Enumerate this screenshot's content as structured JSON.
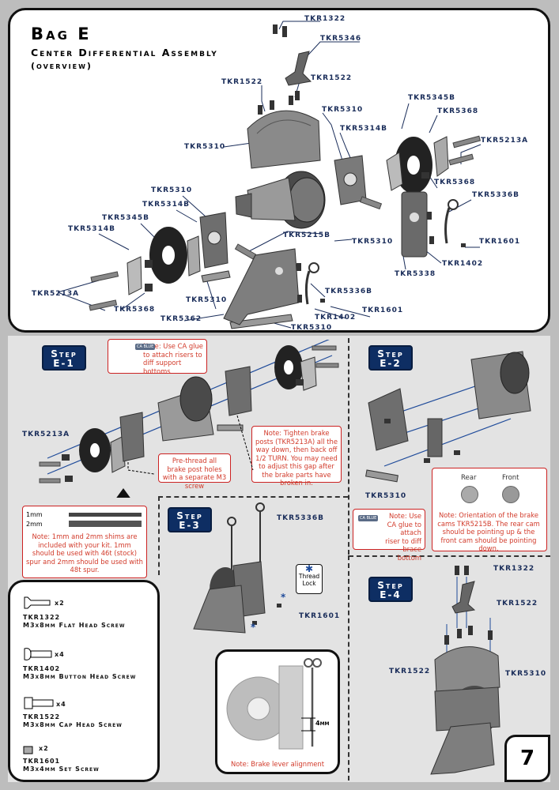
{
  "header": {
    "bag": "Bag E",
    "title": "Center Differential Assembly",
    "subtitle": "(overview)"
  },
  "overview_labels": {
    "tkr1322": "TKR1322",
    "tkr5346": "TKR5346",
    "tkr1522_a": "TKR1522",
    "tkr1522_b": "TKR1522",
    "tkr5310_a": "TKR5310",
    "tkr5345b_a": "TKR5345B",
    "tkr5314b_a": "TKR5314B",
    "tkr5368_a": "TKR5368",
    "tkr5213a_a": "TKR5213A",
    "tkr5310_b": "TKR5310",
    "tkr5368_b": "TKR5368",
    "tkr5336b_a": "TKR5336B",
    "tkr5310_c": "TKR5310",
    "tkr5314b_b": "TKR5314B",
    "tkr5345b_b": "TKR5345B",
    "tkr5314b_c": "TKR5314B",
    "tkr5215b": "TKR5215B",
    "tkr5310_d": "TKR5310",
    "tkr1601_a": "TKR1601",
    "tkr1402_a": "TKR1402",
    "tkr5338": "TKR5338",
    "tkr5213a_b": "TKR5213A",
    "tkr5368_c": "TKR5368",
    "tkr5310_e": "TKR5310",
    "tkr5362": "TKR5362",
    "tkr5336b_b": "TKR5336B",
    "tkr1601_b": "TKR1601",
    "tkr1402_b": "TKR1402",
    "tkr5310_f": "TKR5310"
  },
  "step_e1": {
    "label_line1": "Step",
    "label_line2": "E-1",
    "ca_badge": "CA BLUE",
    "note_ca": "Note: Use CA glue to attach risers to diff support bottoms",
    "note_brake": "Note: Tighten brake posts (TKR5213A) all the way down, then back off 1/2 TURN. You may need to adjust this gap after the brake parts have broken in.",
    "note_prethread": "Pre-thread all brake post holes with a separate M3 screw",
    "part_label": "TKR5213A",
    "shim_1mm": "1mm",
    "shim_2mm": "2mm",
    "note_shims": "Note: 1mm and 2mm shims are included with your kit. 1mm should be used with 46t (stock) spur and 2mm should be used with 48t spur."
  },
  "step_e2": {
    "label_line1": "Step",
    "label_line2": "E-2",
    "part_label": "TKR5310",
    "ca_badge": "CA BLUE",
    "note_ca": "Note: Use CA glue to attach riser to diff brace bottom",
    "rear": "Rear",
    "front": "Front",
    "note_cams": "Note: Orientation of the brake cams TKR5215B. The rear cam should be pointing up & the front cam should be pointing down."
  },
  "step_e3": {
    "label_line1": "Step",
    "label_line2": "E-3",
    "part_a": "TKR5336B",
    "part_b": "TKR1601",
    "thread_lock_line1": "Thread",
    "thread_lock_line2": "Lock",
    "dimension": "4mm",
    "note_alignment": "Note: Brake lever alignment"
  },
  "step_e4": {
    "label_line1": "Step",
    "label_line2": "E-4",
    "part_a": "TKR1322",
    "part_b": "TKR1522",
    "part_c": "TKR1522",
    "part_d": "TKR5310"
  },
  "hardware": [
    {
      "qty": "x2",
      "code": "TKR1322",
      "desc": "M3x8mm Flat Head Screw",
      "icon": "flat-head-screw-icon"
    },
    {
      "qty": "x4",
      "code": "TKR1402",
      "desc": "M3x8mm Button Head Screw",
      "icon": "button-head-screw-icon"
    },
    {
      "qty": "x4",
      "code": "TKR1522",
      "desc": "M3x8mm Cap Head Screw",
      "icon": "cap-head-screw-icon"
    },
    {
      "qty": "x2",
      "code": "TKR1601",
      "desc": "M3x4mm Set Screw",
      "icon": "set-screw-icon"
    }
  ],
  "page_number": "7",
  "colors": {
    "label_blue": "#1a2d5a",
    "step_blue": "#0e2e63",
    "note_red": "#d23b2b",
    "panel_gray": "#e3e3e3"
  }
}
